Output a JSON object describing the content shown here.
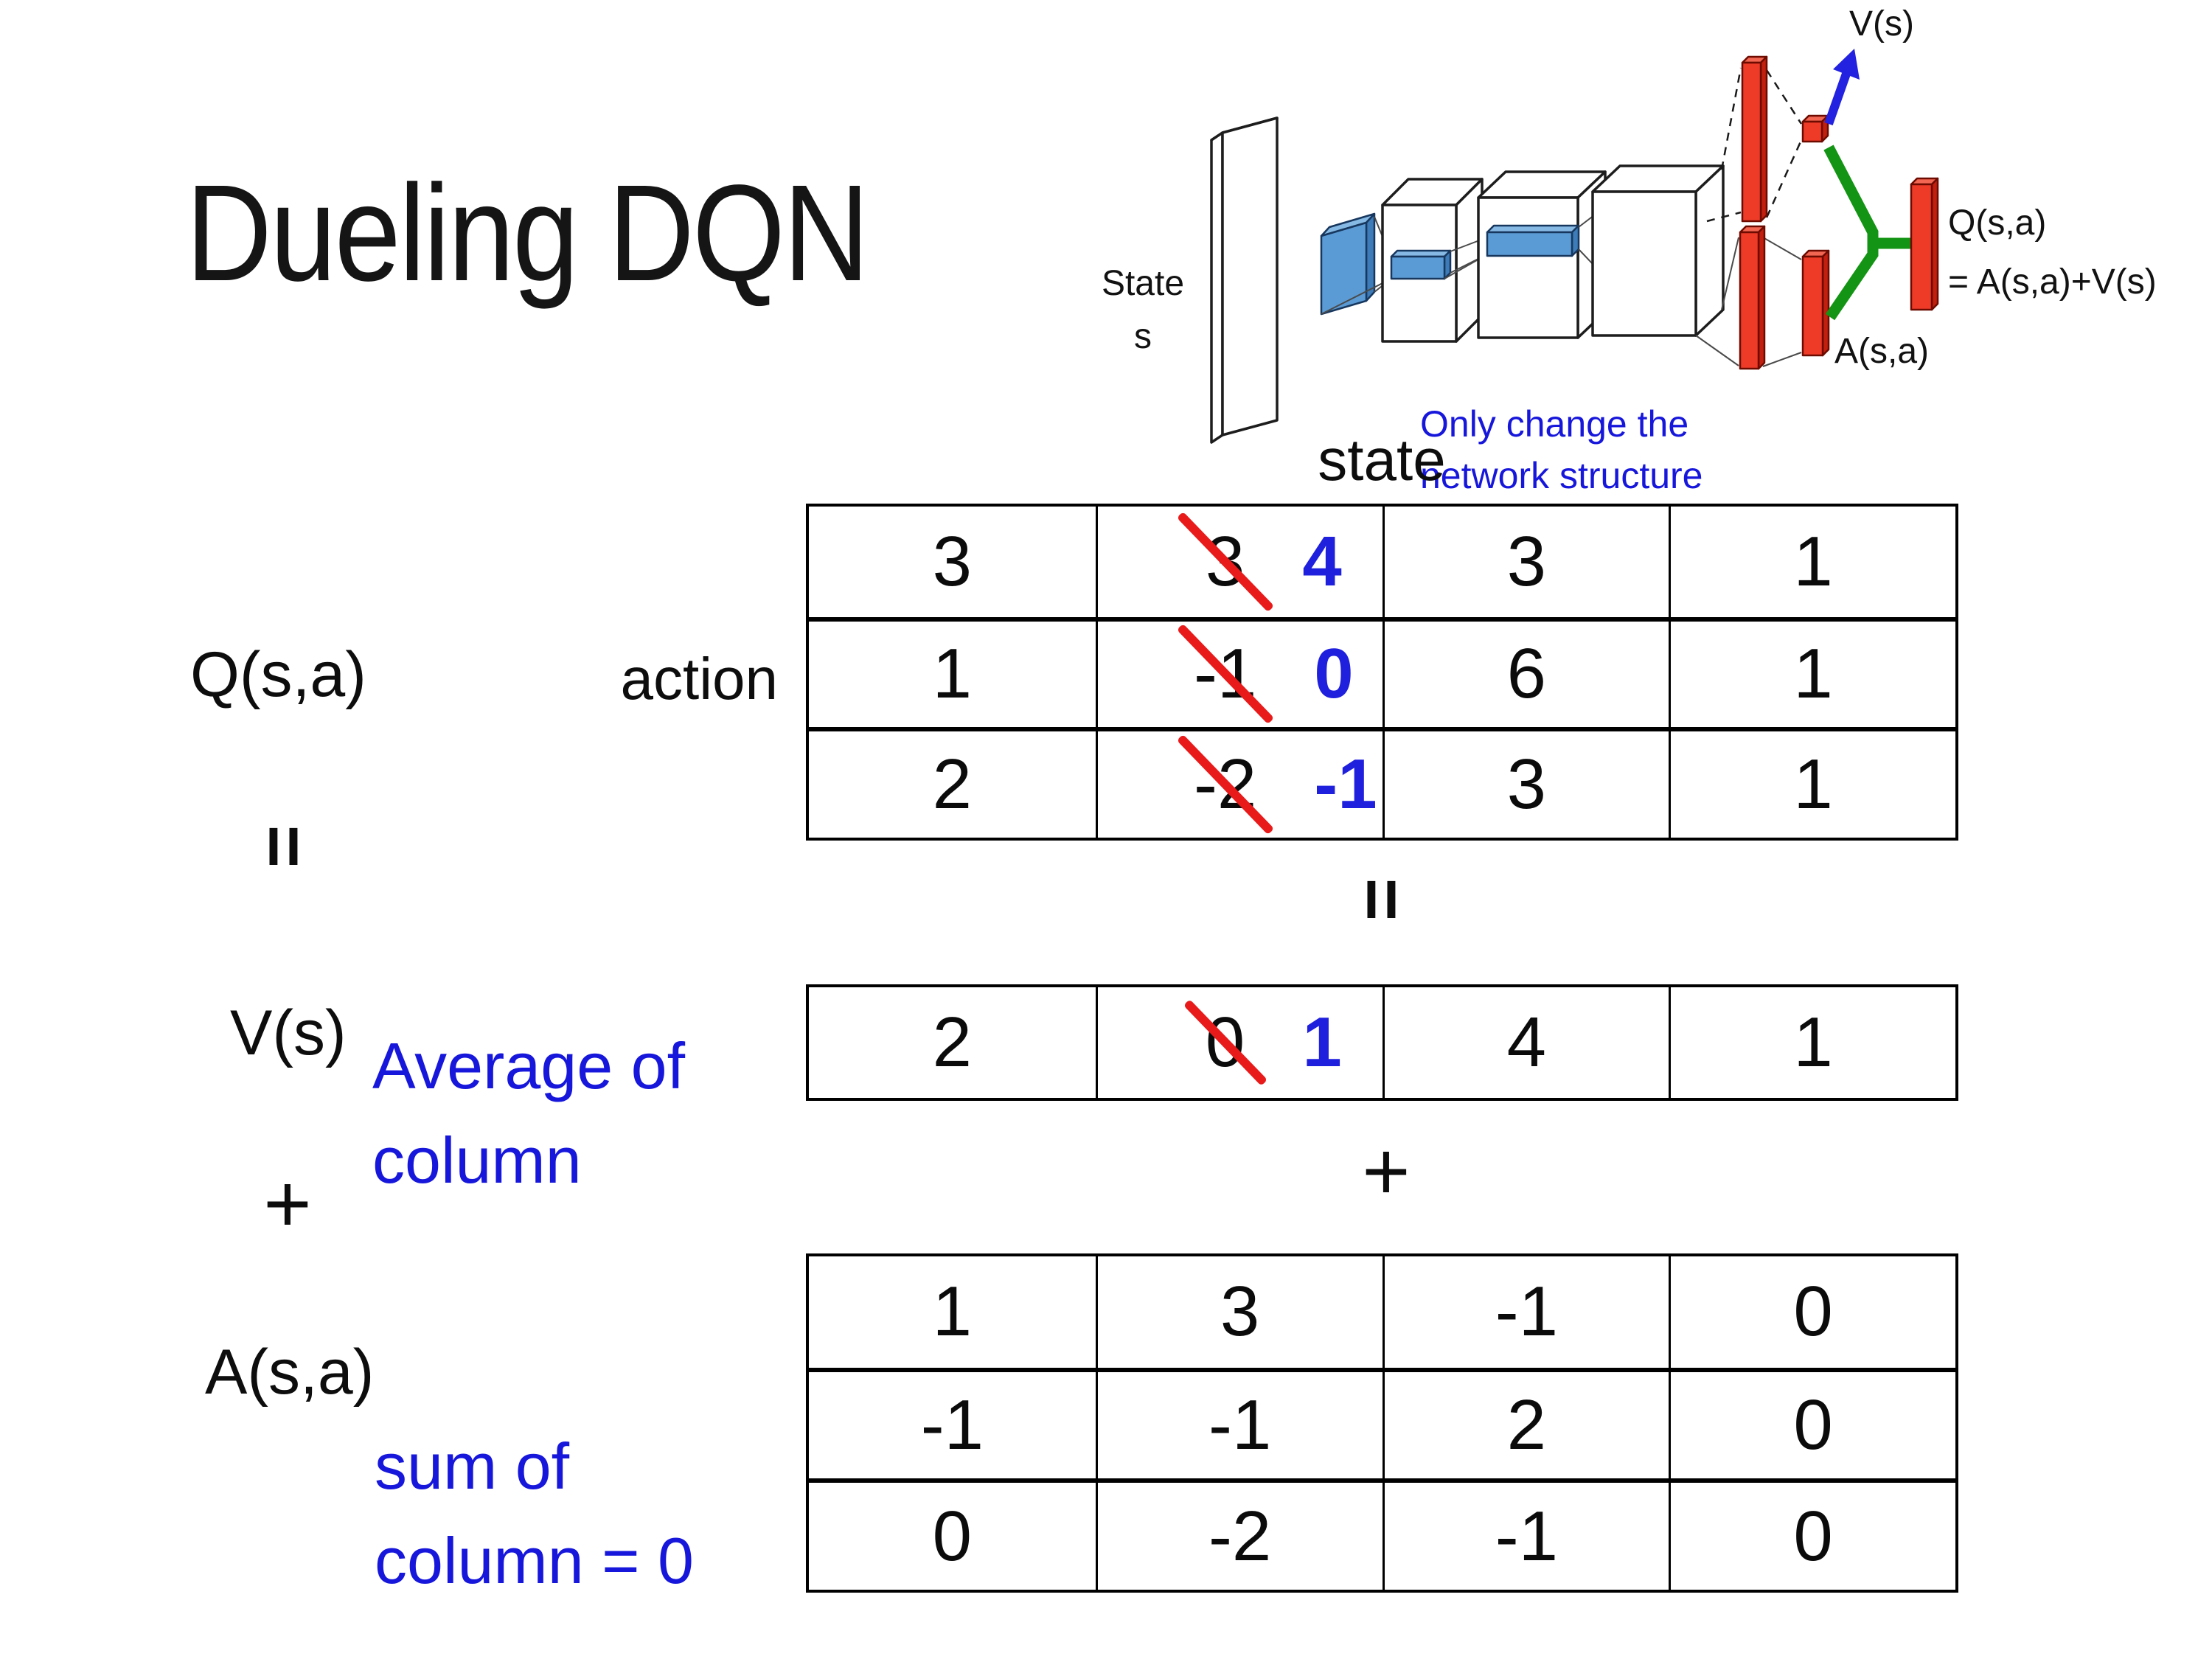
{
  "slide": {
    "title": "Dueling DQN",
    "diagram": {
      "state_line1": "State",
      "state_line2": "s",
      "v_output_label": "V(s)",
      "a_output_label": "A(s,a)",
      "q_output_line1": "Q(s,a)",
      "q_output_line2": "= A(s,a)+V(s)",
      "note_line1": "Only change the",
      "note_line2": "network structure"
    },
    "matrix": {
      "state_axis_label": "state",
      "action_axis_label": "action",
      "q_label": "Q(s,a)",
      "v_label": "V(s)",
      "a_label": "A(s,a)",
      "equals_symbol": "=",
      "plus_symbol": "+",
      "v_annotation_line1": "Average of",
      "v_annotation_line2": "column",
      "a_annotation_line1": "sum of",
      "a_annotation_line2": "column = 0"
    },
    "tables": {
      "q_table": {
        "rows": [
          [
            {
              "v": "3"
            },
            {
              "old": "3",
              "new": "4"
            },
            {
              "v": "3"
            },
            {
              "v": "1"
            }
          ],
          [
            {
              "v": "1"
            },
            {
              "old": "-1",
              "new": "0"
            },
            {
              "v": "6"
            },
            {
              "v": "1"
            }
          ],
          [
            {
              "v": "2"
            },
            {
              "old": "-2",
              "new": "-1"
            },
            {
              "v": "3"
            },
            {
              "v": "1"
            }
          ]
        ]
      },
      "v_table": {
        "rows": [
          [
            {
              "v": "2"
            },
            {
              "old": "0",
              "new": "1"
            },
            {
              "v": "4"
            },
            {
              "v": "1"
            }
          ]
        ]
      },
      "a_table": {
        "rows": [
          [
            {
              "v": "1"
            },
            {
              "v": "3"
            },
            {
              "v": "-1"
            },
            {
              "v": "0"
            }
          ],
          [
            {
              "v": "-1"
            },
            {
              "v": "-1"
            },
            {
              "v": "2"
            },
            {
              "v": "0"
            }
          ],
          [
            {
              "v": "0"
            },
            {
              "v": "-2"
            },
            {
              "v": "-1"
            },
            {
              "v": "0"
            }
          ]
        ]
      }
    },
    "colors": {
      "annotation_blue": "#1717DC",
      "new_value_blue": "#1F1FDE",
      "strike_red": "#E81A1A",
      "bar_red": "#EE3B28",
      "merge_green": "#149414",
      "conv_blue": "#5B9BD5"
    }
  }
}
